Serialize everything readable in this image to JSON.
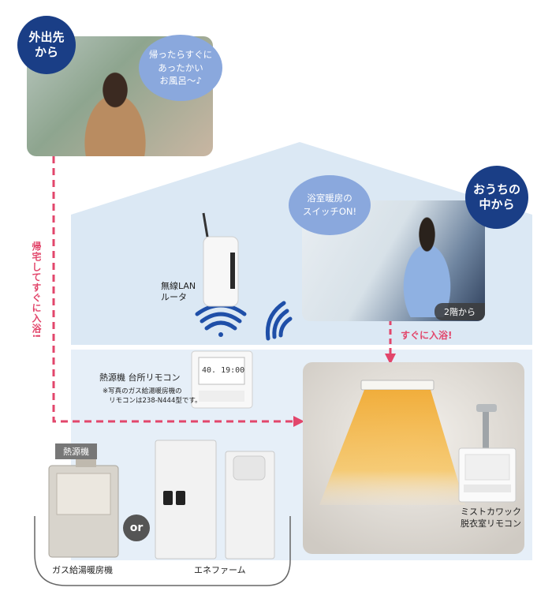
{
  "outside": {
    "badge_line1": "外出先",
    "badge_line2": "から",
    "bubble_lines": [
      "帰ったらすぐに",
      "あったかい",
      "お風呂〜♪"
    ]
  },
  "inside": {
    "badge_line1": "おうちの",
    "badge_line2": "中から",
    "bubble_lines": [
      "浴室暖房の",
      "スイッチON!"
    ],
    "floor_tag": "2階から",
    "arrow_label": "すぐに入浴!"
  },
  "route_label": "帰宅してすぐに入浴!",
  "router": {
    "label_line1": "無線LAN",
    "label_line2": "ルータ"
  },
  "kitchen_remote": {
    "label": "熱源機 台所リモコン",
    "note_line1": "※写真のガス給湯暖房機の",
    "note_line2": "リモコンは238-N444型です。",
    "screen_text": "40. 19:00"
  },
  "bath_remote": {
    "label_line1": "ミストカワック",
    "label_line2": "脱衣室リモコン"
  },
  "heat_source": {
    "tag": "熱源機",
    "or_label": "or",
    "gas_label": "ガス給湯暖房機",
    "enefarm_label": "エネファーム"
  },
  "colors": {
    "navy": "#1a3e86",
    "bubble": "#8aa8dd",
    "house_upper": "#dbe8f4",
    "house_lower": "#e6eff8",
    "accent_pink": "#e2466b",
    "wifi_blue": "#1f4fa8"
  }
}
